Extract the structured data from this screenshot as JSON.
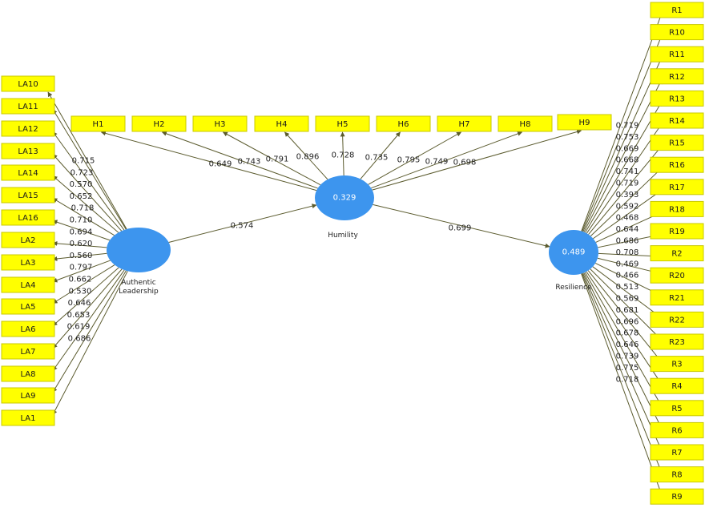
{
  "colors": {
    "latent": "#3d95ee",
    "indicator": "#ffff00",
    "edge": "#5b5b2e"
  },
  "constructs": {
    "la": {
      "label": "Authentic\nLeadership",
      "value": ""
    },
    "h": {
      "label": "Humility",
      "value": "0.329"
    },
    "r": {
      "label": "Resilience",
      "value": "0.489"
    }
  },
  "paths": [
    {
      "from": "la",
      "to": "h",
      "value": "0.574"
    },
    {
      "from": "h",
      "to": "r",
      "value": "0.699"
    }
  ],
  "la_indicators": [
    {
      "name": "LA10",
      "loading": "0.715"
    },
    {
      "name": "LA11",
      "loading": "0.723"
    },
    {
      "name": "LA12",
      "loading": "0.570"
    },
    {
      "name": "LA13",
      "loading": "0.652"
    },
    {
      "name": "LA14",
      "loading": "0.718"
    },
    {
      "name": "LA15",
      "loading": "0.710"
    },
    {
      "name": "LA16",
      "loading": "0.694"
    },
    {
      "name": "LA2",
      "loading": "0.620"
    },
    {
      "name": "LA3",
      "loading": "0.560"
    },
    {
      "name": "LA4",
      "loading": "0.797"
    },
    {
      "name": "LA5",
      "loading": "0.662"
    },
    {
      "name": "LA6",
      "loading": "0.530"
    },
    {
      "name": "LA7",
      "loading": "0.646"
    },
    {
      "name": "LA8",
      "loading": "0.653"
    },
    {
      "name": "LA9",
      "loading": "0.619"
    },
    {
      "name": "LA1",
      "loading": "0.686"
    }
  ],
  "h_indicators": [
    {
      "name": "H1",
      "loading": "0.649"
    },
    {
      "name": "H2",
      "loading": "0.743"
    },
    {
      "name": "H3",
      "loading": "0.791"
    },
    {
      "name": "H4",
      "loading": "0.896"
    },
    {
      "name": "H5",
      "loading": "0.728"
    },
    {
      "name": "H6",
      "loading": "0.735"
    },
    {
      "name": "H7",
      "loading": "0.795"
    },
    {
      "name": "H8",
      "loading": "0.749"
    },
    {
      "name": "H9",
      "loading": "0.698"
    }
  ],
  "r_indicators": [
    {
      "name": "R1",
      "loading": "0.719"
    },
    {
      "name": "R10",
      "loading": "0.753"
    },
    {
      "name": "R11",
      "loading": "0.669"
    },
    {
      "name": "R12",
      "loading": "0.668"
    },
    {
      "name": "R13",
      "loading": "0.741"
    },
    {
      "name": "R14",
      "loading": "0.719"
    },
    {
      "name": "R15",
      "loading": "0.393"
    },
    {
      "name": "R16",
      "loading": "0.592"
    },
    {
      "name": "R17",
      "loading": "0.468"
    },
    {
      "name": "R18",
      "loading": "0.644"
    },
    {
      "name": "R19",
      "loading": "0.686"
    },
    {
      "name": "R2",
      "loading": "0.708"
    },
    {
      "name": "R20",
      "loading": "0.469"
    },
    {
      "name": "R21",
      "loading": "0.466"
    },
    {
      "name": "R22",
      "loading": "0.513"
    },
    {
      "name": "R23",
      "loading": "0.569"
    },
    {
      "name": "R3",
      "loading": "0.681"
    },
    {
      "name": "R4",
      "loading": "0.696"
    },
    {
      "name": "R5",
      "loading": "0.678"
    },
    {
      "name": "R6",
      "loading": "0.646"
    },
    {
      "name": "R7",
      "loading": "0.739"
    },
    {
      "name": "R8",
      "loading": "0.775"
    },
    {
      "name": "R9",
      "loading": "0.718"
    }
  ]
}
